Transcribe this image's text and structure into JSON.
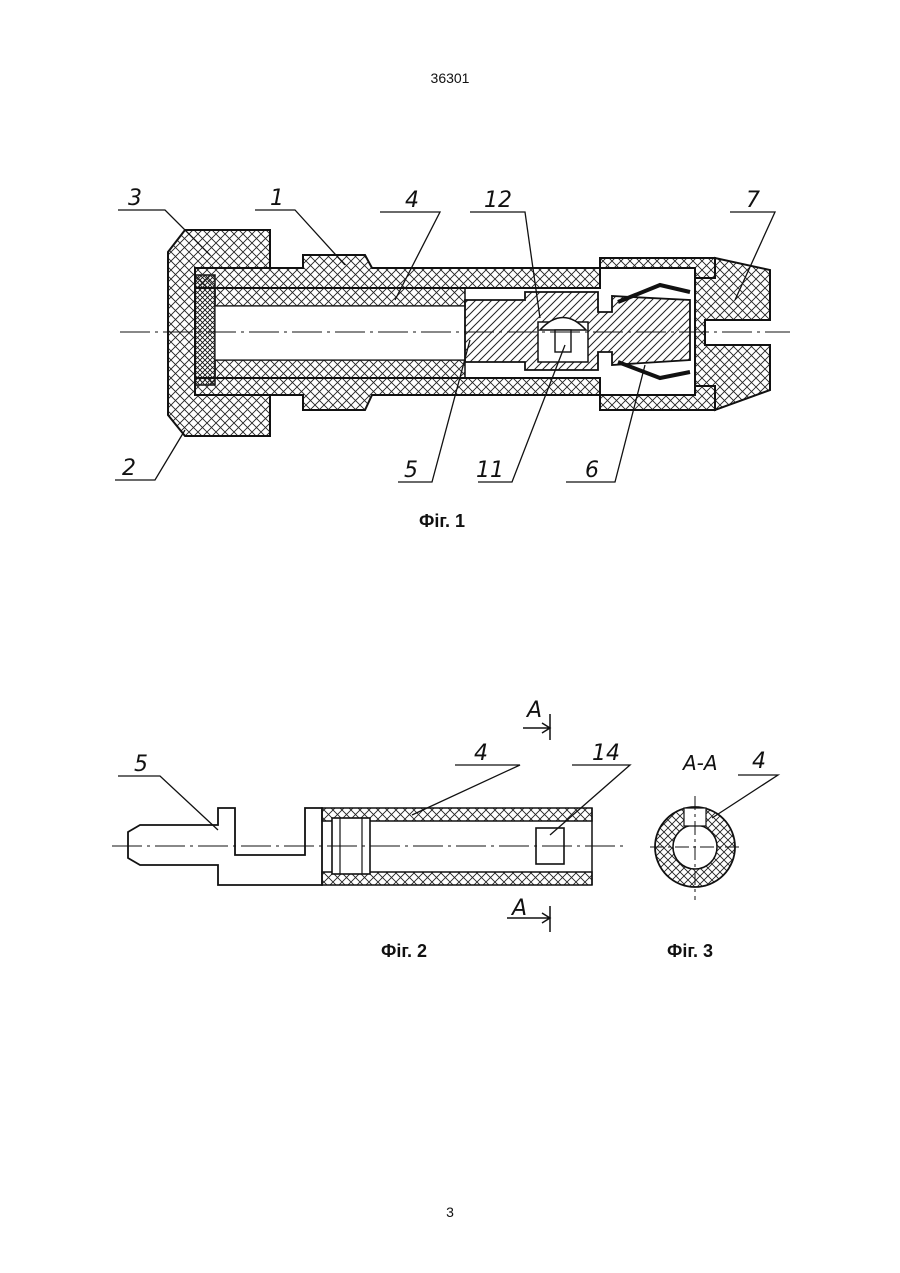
{
  "header": {
    "doc_number": "36301"
  },
  "footer": {
    "page_number": "3"
  },
  "figures": {
    "fig1": {
      "caption": "Фіг. 1",
      "callouts": {
        "c1": "1",
        "c2": "2",
        "c3": "3",
        "c4": "4",
        "c5": "5",
        "c6": "6",
        "c7": "7",
        "c11": "11",
        "c12": "12"
      }
    },
    "fig2": {
      "caption": "Фіг. 2",
      "callouts": {
        "c4": "4",
        "c5": "5",
        "c14": "14"
      },
      "section_mark_top": "A",
      "section_mark_bottom": "A"
    },
    "fig3": {
      "caption": "Фіг. 3",
      "section_label": "A-A",
      "callouts": {
        "c4": "4"
      }
    }
  }
}
